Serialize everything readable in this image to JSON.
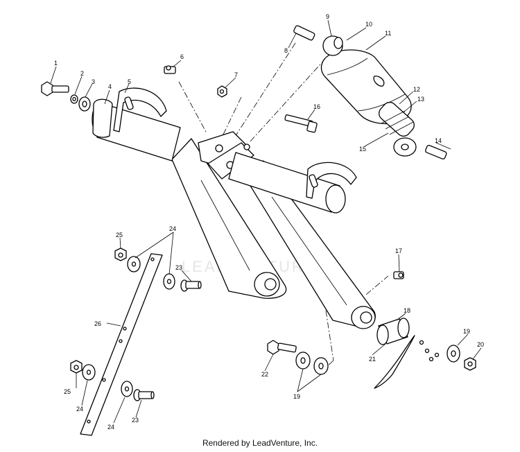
{
  "watermark": "LEADVENTURE",
  "credit": "Rendered by LeadVenture, Inc.",
  "callouts": {
    "c1": "1",
    "c2": "2",
    "c3": "3",
    "c4": "4",
    "c5": "5",
    "c6": "6",
    "c7": "7",
    "c8": "8",
    "c9": "9",
    "c10": "10",
    "c11": "11",
    "c12": "12",
    "c13": "13",
    "c14": "14",
    "c15": "15",
    "c16": "16",
    "c17": "17",
    "c18": "18",
    "c19a": "19",
    "c19b": "19",
    "c20": "20",
    "c21": "21",
    "c22": "22",
    "c23a": "23",
    "c23b": "23",
    "c24a": "24",
    "c24b": "24",
    "c24c": "24",
    "c25a": "25",
    "c25b": "25",
    "c26": "26"
  }
}
